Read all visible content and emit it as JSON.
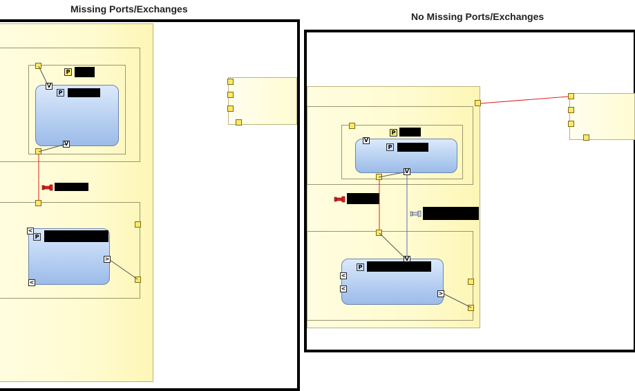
{
  "left_panel": {
    "title": "Missing Ports/Exchanges"
  },
  "right_panel": {
    "title": "No Missing Ports/Exchanges"
  },
  "glyphs": {
    "part": "P",
    "flow_in_down": "V",
    "flow_out_right": ">",
    "flow_in_left": "<"
  },
  "colors": {
    "container_fill": "#fffbcf",
    "component_fill": "#b7d0f2",
    "port": "#fce86a",
    "exchange_red": "#e02020",
    "exchange_blue": "#5a6ec0",
    "frame": "#000000"
  },
  "icons": [
    "part-icon",
    "functional-exchange-icon",
    "component-exchange-icon"
  ]
}
